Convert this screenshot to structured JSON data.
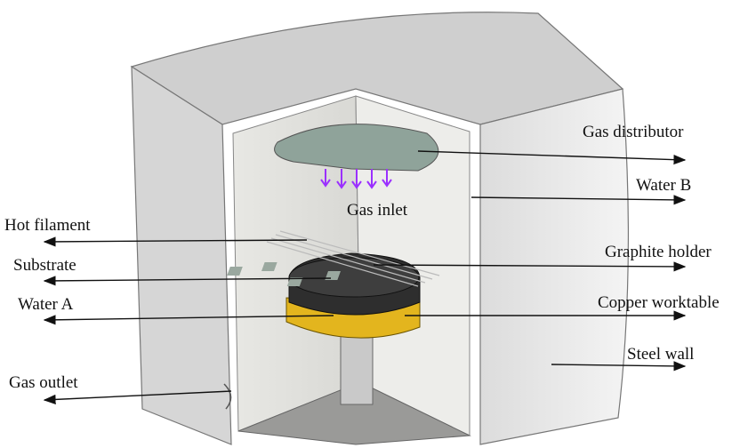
{
  "labels": {
    "gas_distributor": "Gas distributor",
    "water_b": "Water B",
    "gas_inlet": "Gas inlet",
    "hot_filament": "Hot filament",
    "substrate": "Substrate",
    "graphite_holder": "Graphite holder",
    "water_a": "Water A",
    "copper_worktable": "Copper worktable",
    "steel_wall": "Steel wall",
    "gas_outlet": "Gas outlet"
  },
  "colors": {
    "steel": "#d4d4d4",
    "inner": "#ebebe8",
    "distributor": "#8fa39a",
    "copper": "#e3b51e",
    "graphite": "#2e2e2e",
    "gas_arrows": "#9b30ff"
  }
}
